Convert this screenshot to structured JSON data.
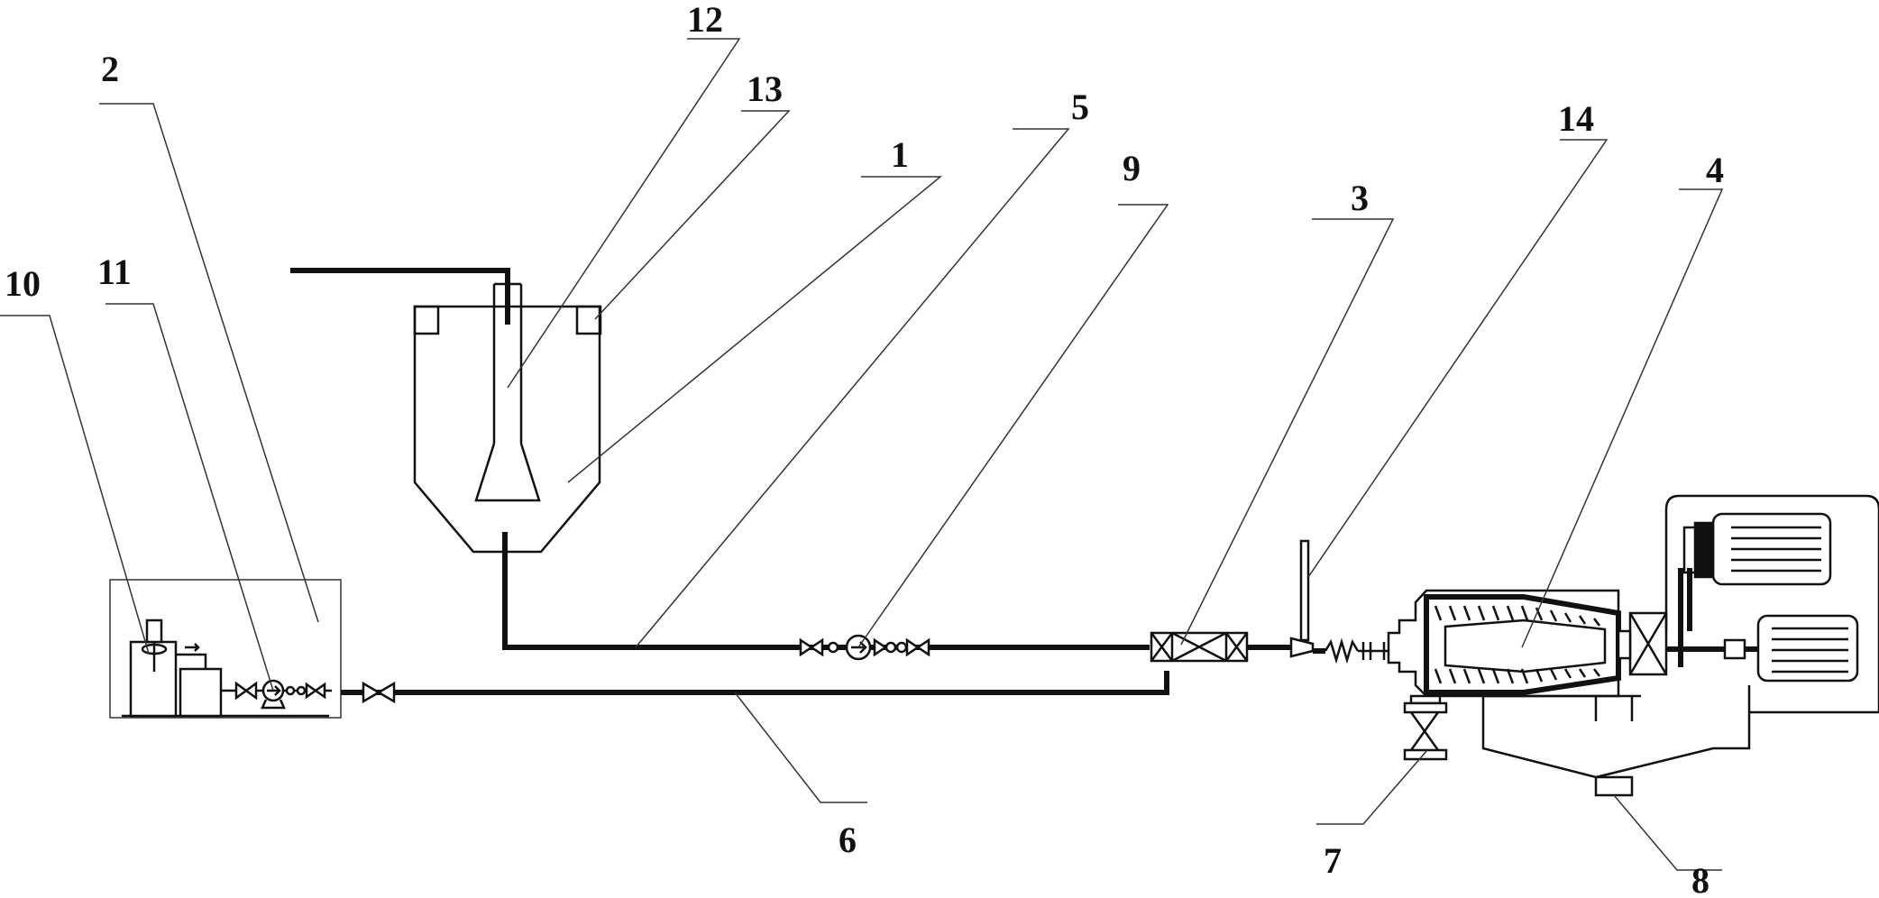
{
  "labels": {
    "l1": "1",
    "l2": "2",
    "l3": "3",
    "l4": "4",
    "l5": "5",
    "l6": "6",
    "l7": "7",
    "l8": "8",
    "l9": "9",
    "l10": "10",
    "l11": "11",
    "l12": "12",
    "l13": "13",
    "l14": "14"
  },
  "colors": {
    "line": "#111111",
    "background": "#ffffff"
  }
}
